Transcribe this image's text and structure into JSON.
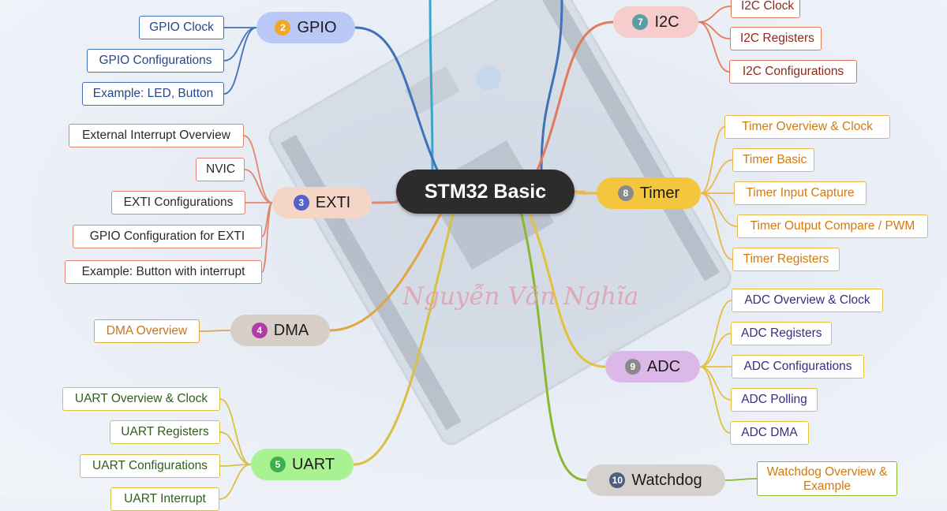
{
  "center": {
    "title": "STM32 Basic"
  },
  "watermark": "Nguyễn Văn Nghĩa",
  "branches": [
    {
      "key": "gpio",
      "num": "2",
      "label": "GPIO",
      "fill": "#b9c8f7",
      "badge": "#f1a827",
      "line": "#3f72b8",
      "text": "#27478a",
      "leaves": [
        "GPIO Clock",
        "GPIO Configurations",
        "Example: LED, Button"
      ]
    },
    {
      "key": "exti",
      "num": "3",
      "label": "EXTI",
      "fill": "#f5d5c5",
      "badge": "#5560c8",
      "line": "#e08670",
      "text": "#2a2a2a",
      "leaves": [
        "External Interrupt Overview",
        "NVIC",
        "EXTI Configurations",
        "GPIO Configuration for EXTI",
        "Example: Button with interrupt"
      ]
    },
    {
      "key": "dma",
      "num": "4",
      "label": "DMA",
      "fill": "#d8cec8",
      "badge": "#b23aa8",
      "line": "#e3a53e",
      "text": "#c8741c",
      "leaves": [
        "DMA Overview"
      ]
    },
    {
      "key": "uart",
      "num": "5",
      "label": "UART",
      "fill": "#a8f291",
      "badge": "#3bb14a",
      "line": "#d8c142",
      "text": "#2f5f1c",
      "leaves": [
        "UART Overview & Clock",
        "UART Registers",
        "UART Configurations",
        "UART Interrupt"
      ]
    },
    {
      "key": "i2c",
      "num": "7",
      "label": "I2C",
      "fill": "#f7cccc",
      "badge": "#5c9ca3",
      "line": "#e27a5a",
      "text": "#8a2c1c",
      "leaves": [
        "I2C Clock",
        "I2C Registers",
        "I2C Configurations"
      ]
    },
    {
      "key": "timer",
      "num": "8",
      "label": "Timer",
      "fill": "#f3c63d",
      "badge": "#8a8a8a",
      "line": "#eab84a",
      "text": "#d27a10",
      "leaves": [
        "Timer Overview & Clock",
        "Timer Basic",
        "Timer Input Capture",
        "Timer Output Compare / PWM",
        "Timer Registers"
      ]
    },
    {
      "key": "adc",
      "num": "9",
      "label": "ADC",
      "fill": "#dcb8e8",
      "badge": "#8a8a8a",
      "line": "#e2c23a",
      "text": "#402a7c",
      "leaves": [
        "ADC Overview & Clock",
        "ADC Registers",
        "ADC Configurations",
        "ADC Polling",
        "ADC DMA"
      ]
    },
    {
      "key": "watchdog",
      "num": "10",
      "label": "Watchdog",
      "fill": "#d5d1ce",
      "badge": "#4d5f80",
      "line": "#8bb833",
      "text": "#d27a10",
      "leaves": [
        "Watchdog Overview & Example"
      ]
    }
  ]
}
